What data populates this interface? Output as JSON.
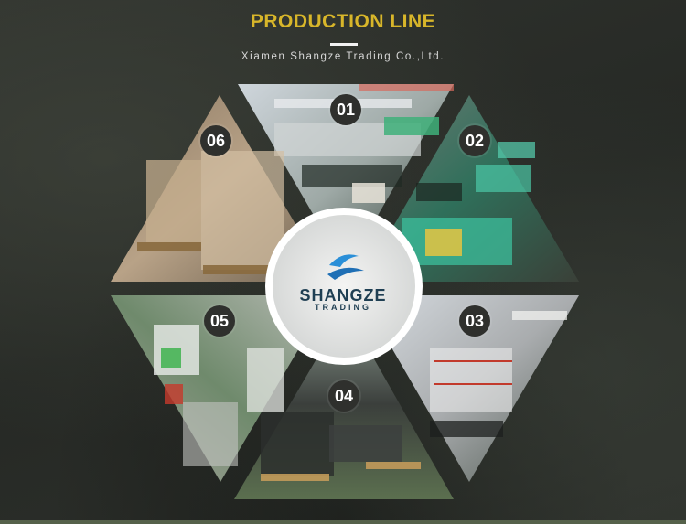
{
  "header": {
    "title": "PRODUCTION LINE",
    "subtitle": "Xiamen Shangze Trading Co.,Ltd."
  },
  "logo": {
    "name": "SHANGZE",
    "tagline": "TRADING",
    "colors": {
      "text": "#1f3f53",
      "swoosh": "#2a8fd8"
    }
  },
  "panels": [
    {
      "number": "01",
      "scene": "workshop with CNC machines"
    },
    {
      "number": "02",
      "scene": "injection molding machines"
    },
    {
      "number": "03",
      "scene": "assembly racks"
    },
    {
      "number": "04",
      "scene": "stacked parts on pallets"
    },
    {
      "number": "05",
      "scene": "machining workshop"
    },
    {
      "number": "06",
      "scene": "packed cartons on pallets"
    }
  ],
  "colors": {
    "title": "#d8b62a",
    "background": "#2b2e2a",
    "badge": "#2f302d"
  }
}
